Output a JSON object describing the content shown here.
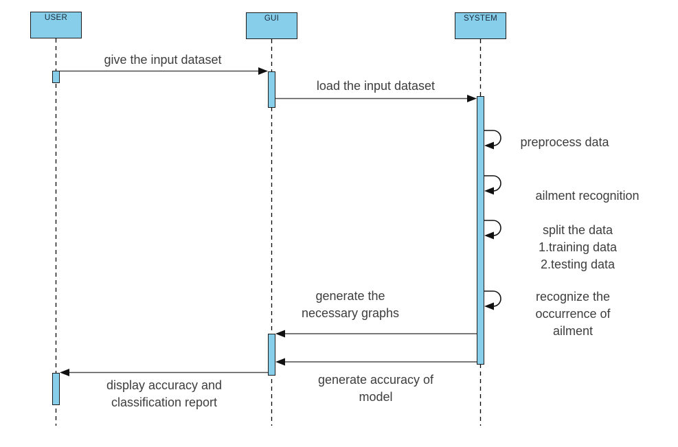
{
  "diagram_type": "uml-sequence-diagram",
  "actors": [
    {
      "name": "USER"
    },
    {
      "name": "GUI"
    },
    {
      "name": "SYSTEM"
    }
  ],
  "messages": [
    {
      "label": "give the input dataset",
      "from": "USER",
      "to": "GUI",
      "type": "arrow"
    },
    {
      "label": "load the input dataset",
      "from": "GUI",
      "to": "SYSTEM",
      "type": "arrow"
    },
    {
      "label": "preprocess data",
      "from": "SYSTEM",
      "to": "SYSTEM",
      "type": "self"
    },
    {
      "label": "ailment recognition",
      "from": "SYSTEM",
      "to": "SYSTEM",
      "type": "self"
    },
    {
      "label": "split the data\n1.training data\n2.testing data",
      "from": "SYSTEM",
      "to": "SYSTEM",
      "type": "self"
    },
    {
      "label": "recognize the\noccurrence of\nailment",
      "from": "SYSTEM",
      "to": "SYSTEM",
      "type": "self"
    },
    {
      "label": "generate the\nnecessary graphs",
      "from": "SYSTEM",
      "to": "GUI",
      "type": "arrow"
    },
    {
      "label": "generate accuracy of\nmodel",
      "from": "SYSTEM",
      "to": "GUI",
      "type": "arrow"
    },
    {
      "label": "display accuracy and\nclassification report",
      "from": "GUI",
      "to": "USER",
      "type": "arrow"
    }
  ],
  "colors": {
    "box_fill": "#87CEEB",
    "box_border": "#1a1a1a",
    "message_line": "#4d4d4d",
    "lifeline": "#000000",
    "arrowhead": "#111111",
    "text": "#3d3d3d",
    "background": "#ffffff"
  }
}
